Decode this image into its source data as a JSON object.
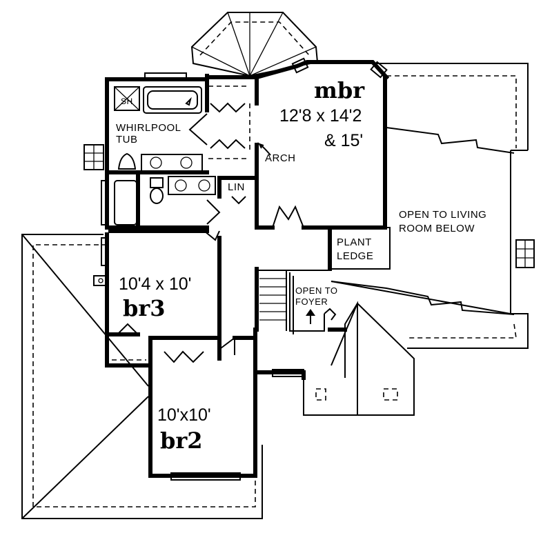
{
  "rooms": {
    "mbr": {
      "name": "mbr",
      "size_line1": "12'8 x 14'2",
      "size_line2": "& 15'"
    },
    "br3": {
      "name": "br3",
      "size": "10'4 x 10'"
    },
    "br2": {
      "name": "br2",
      "size": "10'x10'"
    }
  },
  "labels": {
    "shower": "SH",
    "whirlpool_line1": "WHIRLPOOL",
    "whirlpool_line2": "TUB",
    "arch": "ARCH",
    "linen": "LIN",
    "plant_line1": "PLANT",
    "plant_line2": "LEDGE",
    "open_living_line1": "OPEN TO LIVING",
    "open_living_line2": "ROOM BELOW",
    "open_foyer_line1": "OPEN TO",
    "open_foyer_line2": "FOYER"
  },
  "colors": {
    "ink": "#000000",
    "paper": "#ffffff"
  }
}
